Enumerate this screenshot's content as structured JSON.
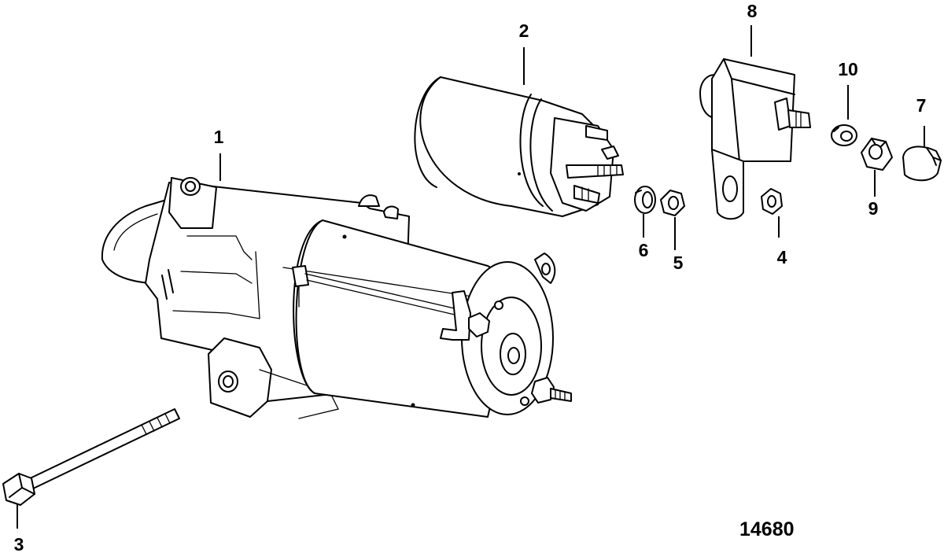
{
  "diagram": {
    "figure_number": "14680",
    "parts": [
      {
        "label": "1",
        "icon": "starter-motor-icon"
      },
      {
        "label": "2",
        "icon": "solenoid-icon"
      },
      {
        "label": "3",
        "icon": "bolt-icon"
      },
      {
        "label": "4",
        "icon": "hex-nut-icon"
      },
      {
        "label": "5",
        "icon": "hex-nut-icon"
      },
      {
        "label": "6",
        "icon": "lock-washer-icon"
      },
      {
        "label": "7",
        "icon": "terminal-cap-icon"
      },
      {
        "label": "8",
        "icon": "terminal-block-icon"
      },
      {
        "label": "9",
        "icon": "hex-nut-icon"
      },
      {
        "label": "10",
        "icon": "lock-washer-icon"
      }
    ]
  }
}
